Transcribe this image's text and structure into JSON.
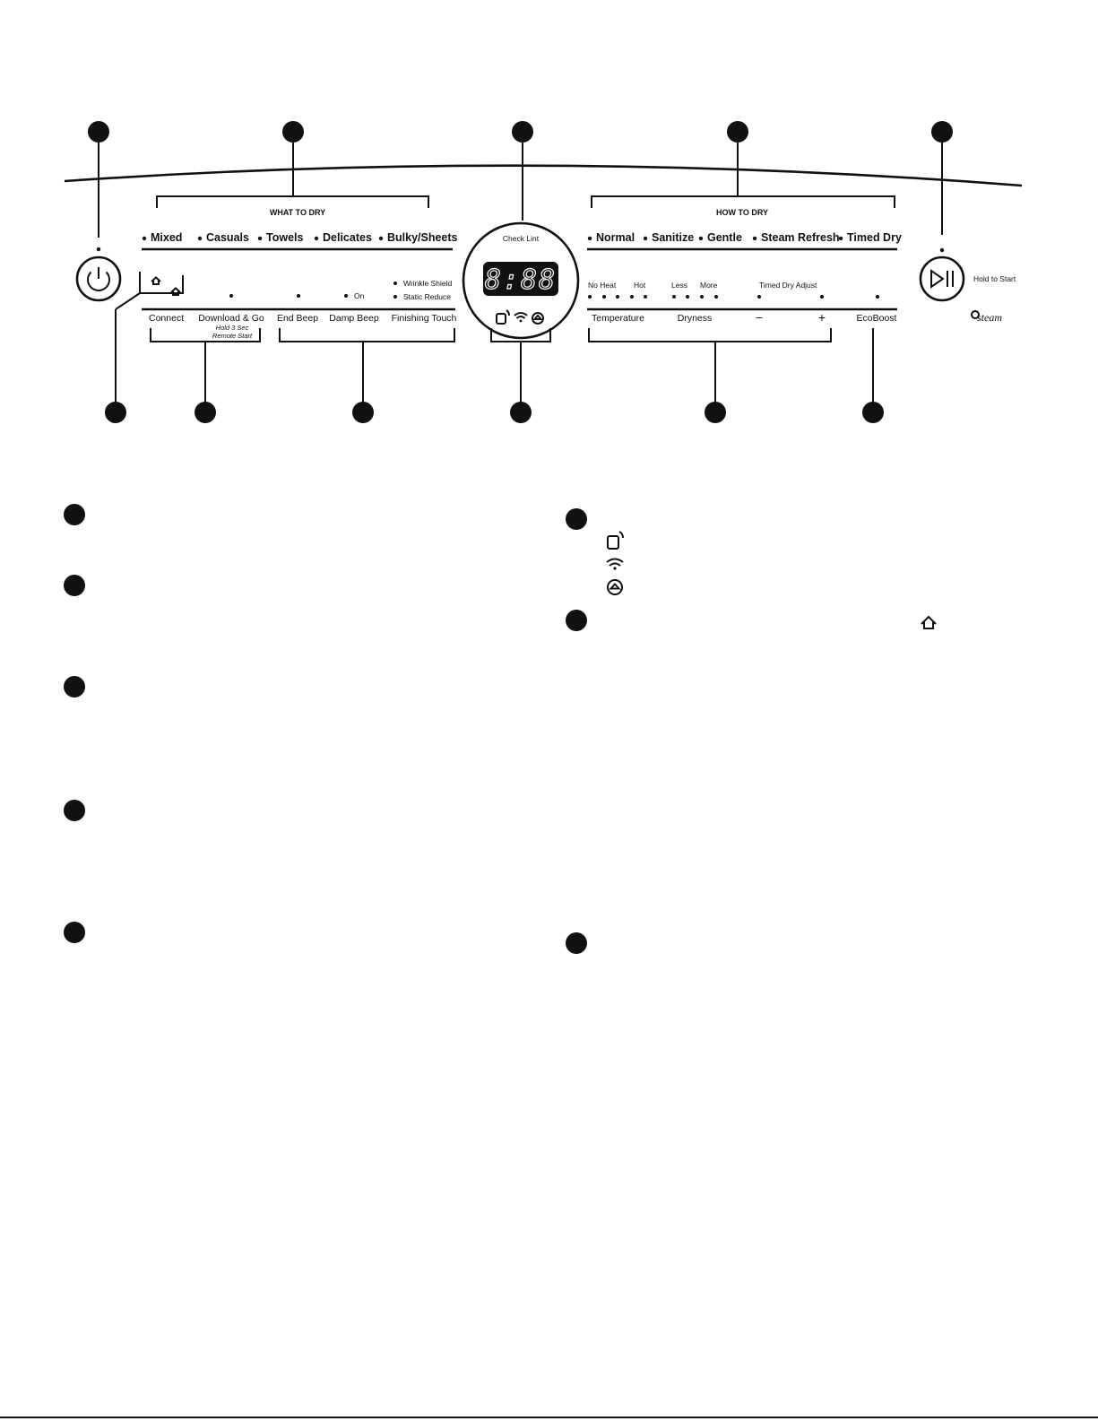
{
  "panel": {
    "what_to_dry": {
      "header": "WHAT TO DRY",
      "cycles": [
        "Mixed",
        "Casuals",
        "Towels",
        "Delicates",
        "Bulky/Sheets"
      ]
    },
    "how_to_dry": {
      "header": "HOW TO DRY",
      "cycles": [
        "Normal",
        "Sanitize",
        "Gentle",
        "Steam Refresh",
        "Timed Dry"
      ]
    },
    "left_options": {
      "connect": "Connect",
      "download_go": "Download & Go",
      "hold_3_sec": "Hold 3 Sec",
      "remote_start": "Remote Start",
      "end_beep": "End Beep",
      "damp_beep": "Damp Beep",
      "on": "On",
      "finishing_touch": "Finishing Touch",
      "wrinkle_shield": "Wrinkle Shield",
      "static_reduce": "Static Reduce"
    },
    "display": {
      "check_lint": "Check Lint",
      "digits": "8:88"
    },
    "right_options": {
      "no_heat": "No Heat",
      "hot": "Hot",
      "less": "Less",
      "more": "More",
      "timed_dry_adjust": "Timed Dry Adjust",
      "temperature": "Temperature",
      "dryness": "Dryness",
      "minus": "–",
      "plus": "+",
      "ecoboost": "EcoBoost"
    },
    "start": {
      "hold_to_start": "Hold to Start",
      "steam_logo": "steam"
    },
    "icons": [
      "power-icon",
      "home-remote-icon",
      "phone-signal-icon",
      "wifi-icon",
      "remote-enable-icon",
      "play-pause-icon"
    ]
  }
}
